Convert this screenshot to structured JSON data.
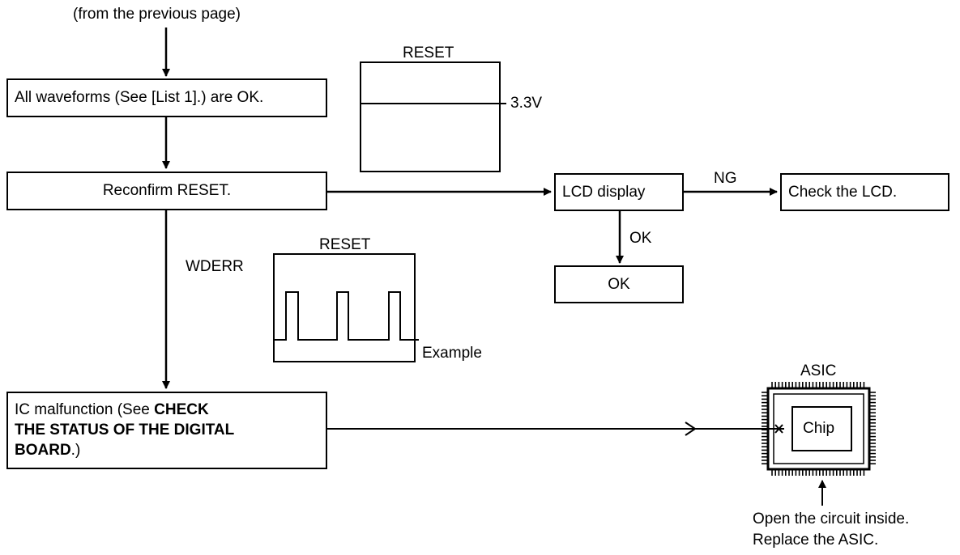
{
  "top_note": "(from the previous page)",
  "boxes": {
    "waveforms": "All waveforms (See [List 1].) are OK.",
    "reconfirm": "Reconfirm RESET.",
    "lcd": "LCD display",
    "check_lcd": "Check the LCD.",
    "ok": "OK",
    "ic_pre": "IC malfunction (See ",
    "ic_bold1": "CHECK",
    "ic_bold2": "THE STATUS OF THE DIGITAL",
    "ic_bold3": "BOARD",
    "ic_post": ".)"
  },
  "labels": {
    "ng": "NG",
    "ok_arrow": "OK",
    "wderr": "WDERR"
  },
  "reset_normal": {
    "title": "RESET",
    "level": "3.3V"
  },
  "reset_wderr": {
    "title": "RESET",
    "note": "Example"
  },
  "asic": {
    "title": "ASIC",
    "chip": "Chip",
    "instr1": "Open the circuit inside.",
    "instr2": "Replace the ASIC."
  }
}
